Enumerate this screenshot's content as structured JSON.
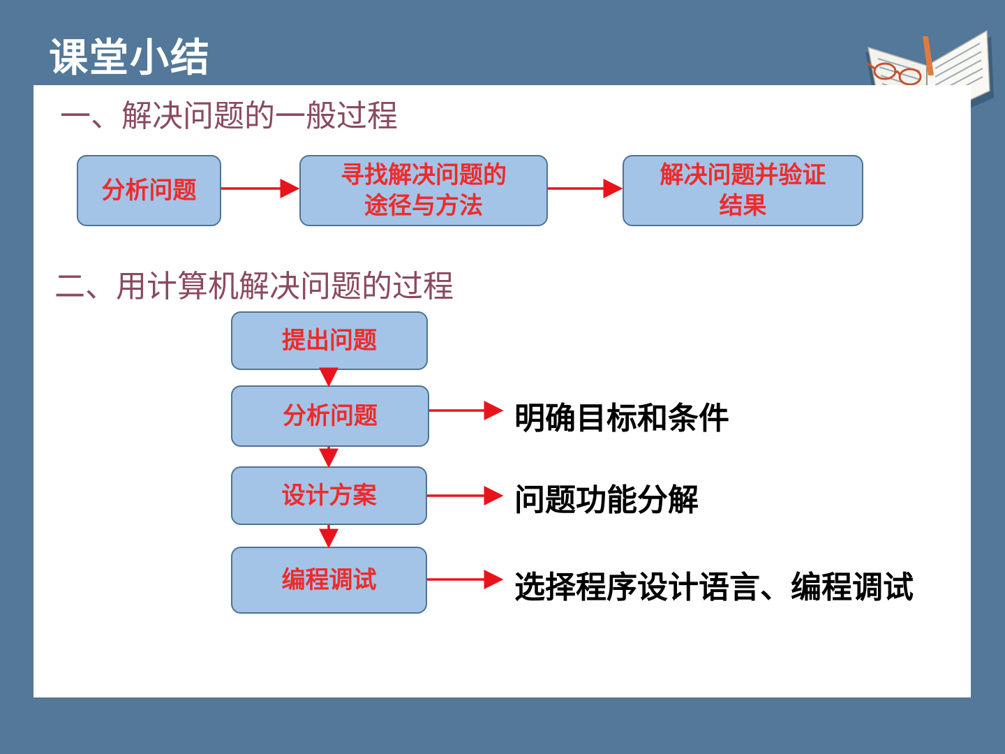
{
  "title": "课堂小结",
  "section1": {
    "heading": "一、解决问题的一般过程",
    "steps": [
      {
        "line1": "分析问题",
        "line2": ""
      },
      {
        "line1": "寻找解决问题的",
        "line2": "途径与方法"
      },
      {
        "line1": "解决问题并验证",
        "line2": "结果"
      }
    ]
  },
  "section2": {
    "heading": "二、用计算机解决问题的过程",
    "steps": [
      {
        "label": "提出问题",
        "note": ""
      },
      {
        "label": "分析问题",
        "note": "明确目标和条件"
      },
      {
        "label": "设计方案",
        "note": "问题功能分解"
      },
      {
        "label": "编程调试",
        "note": "选择程序设计语言、编程调试"
      }
    ]
  },
  "colors": {
    "background": "#537899",
    "box_fill": "#a3c4e6",
    "box_border": "#4f7294",
    "box_text": "#ee2b2b",
    "arrow": "#e8141c",
    "heading": "#8a4a60"
  },
  "icons": [
    "open-book-icon",
    "glasses-icon"
  ]
}
